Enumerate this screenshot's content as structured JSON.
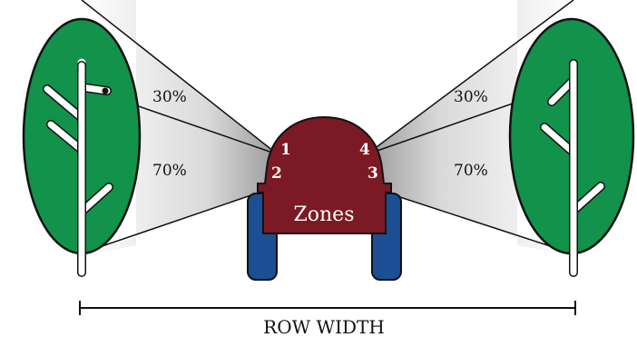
{
  "labels": {
    "left_top_pct": "30%",
    "left_bottom_pct": "70%",
    "right_top_pct": "30%",
    "right_bottom_pct": "70%",
    "zone_1": "1",
    "zone_2": "2",
    "zone_3": "3",
    "zone_4": "4",
    "sprayer_label": "Zones",
    "row_width": "ROW WIDTH"
  },
  "colors": {
    "tree_canopy": "#12924a",
    "sprayer_body": "#7b1a24",
    "wheels": "#1c4e94",
    "outline": "#111111"
  }
}
